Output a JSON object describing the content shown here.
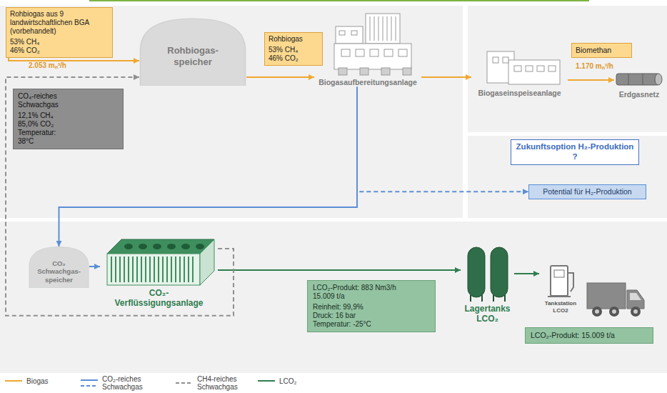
{
  "diagram": {
    "nodes": [
      {
        "text": [
          "Rohbiogas aus 9 landwirtschaftlichen BGA (vorbehandelt)",
          "53% CH₄ 46% CO₂"
        ]
      },
      {
        "text": [
          "Rohbiogas-speicher"
        ]
      },
      {
        "text": [
          "Rohbiogas",
          "53% CH₄ 46% CO₂"
        ]
      },
      {
        "text": [
          "Biogasaufbereitungsanlage"
        ]
      },
      {
        "text": [
          "Biogaseinspeiseanlage"
        ]
      },
      {
        "text": [
          "Biomethan"
        ]
      },
      {
        "text": [
          "Erdgasnetz"
        ]
      },
      {
        "text": [
          "Zukunftsoption H₂-Produktion ?"
        ]
      },
      {
        "text": [
          "Potential für H₂-Produktion"
        ]
      },
      {
        "text": [
          "CO₄-reiches Schwachgas",
          "12,1% CH₄ 85,0% CO₂ Temperatur: 38°C"
        ]
      },
      {
        "text": [
          "CO₂ Schwachgas-speicher"
        ]
      },
      {
        "text": [
          "CO₂-Verflüssigungsanlage"
        ]
      },
      {
        "text": [
          "LCO₂-Produkt: 883 Nm3/h 15.009 t/a",
          "Reinheit: 99,9% Druck: 16 bar Temperatur: -25°C"
        ]
      },
      {
        "text": [
          "Lagertanks LCO₂"
        ]
      },
      {
        "text": [
          "Tankstation LCO2"
        ]
      },
      {
        "text": [
          "LCO₂-Produkt: 15.009 t/a"
        ]
      }
    ],
    "edges": [
      {
        "from": 0,
        "to": 1,
        "arrow": "to"
      },
      {
        "from": 1,
        "to": 3,
        "arrow": "to"
      },
      {
        "from": 3,
        "to": 4,
        "arrow": "to"
      },
      {
        "from": 4,
        "to": 6,
        "arrow": "to"
      },
      {
        "from": 3,
        "to": 10,
        "arrow": "to"
      },
      {
        "from": 3,
        "to": 8,
        "arrow": "to"
      },
      {
        "from": 10,
        "to": 11,
        "arrow": "to"
      },
      {
        "from": 11,
        "to": 13,
        "arrow": "to"
      },
      {
        "from": 13,
        "to": 14,
        "arrow": "to"
      },
      {
        "from": 11,
        "to": 1,
        "arrow": "to"
      }
    ],
    "labels": [
      "2.053 mₙ³/h",
      "1.170 mₙ³/h"
    ],
    "legend": [
      {
        "text": "Biogas"
      },
      {
        "text": "CO₂-reiches Schwachgas"
      },
      {
        "text": "CH4-reiches Schwachgas"
      },
      {
        "text": "LCO₂"
      }
    ]
  }
}
